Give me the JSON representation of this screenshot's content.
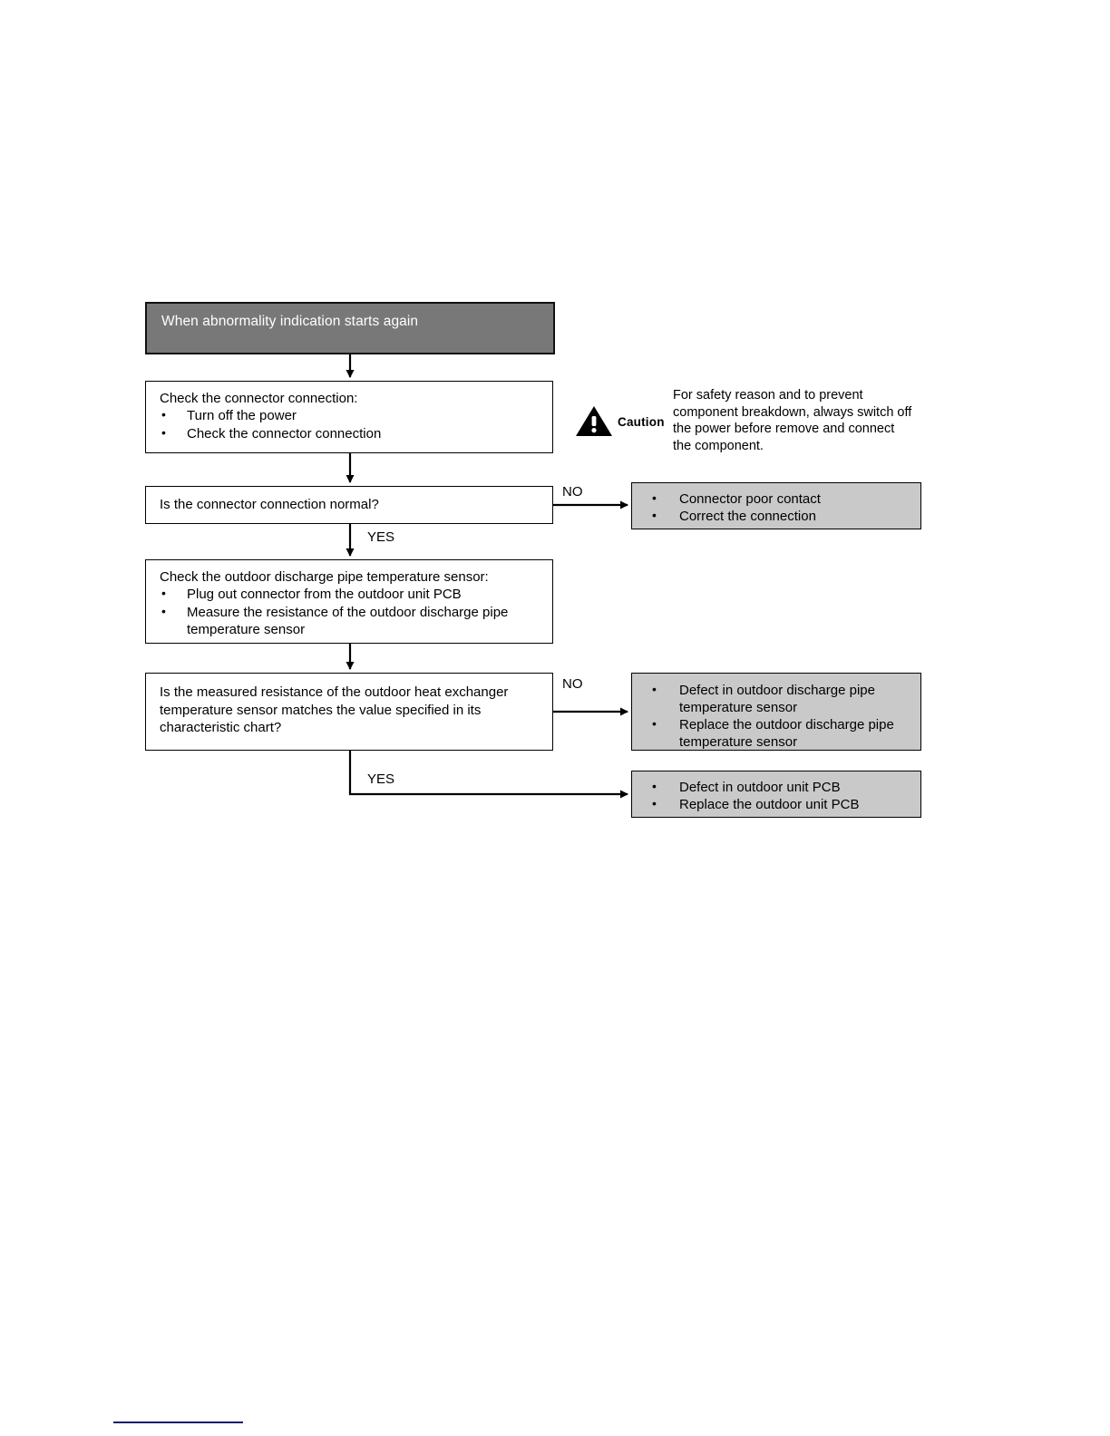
{
  "document": {
    "type": "troubleshooting-flowchart",
    "footer_rule_color": "#1a1a6e"
  },
  "flowchart": {
    "header": {
      "label": "When abnormality indication starts again",
      "background": "#787878",
      "text_color": "#ffffff"
    },
    "steps": [
      {
        "id": "check-connector",
        "title": "Check the connector connection:",
        "bullets": [
          "Turn off the power",
          "Check the connector connection"
        ]
      },
      {
        "id": "connector-question",
        "title": "Is the connector connection normal?"
      },
      {
        "id": "check-sensor",
        "title": "Check the outdoor discharge pipe temperature sensor:",
        "bullets": [
          "Plug out connector from the outdoor unit PCB",
          "Measure the resistance of the outdoor discharge pipe temperature sensor"
        ]
      },
      {
        "id": "resistance-question",
        "title": "Is the measured resistance of the outdoor heat exchanger temperature sensor matches the value specified in its characteristic chart?"
      }
    ],
    "results": [
      {
        "id": "connector-fault",
        "background": "#c9c9c9",
        "bullets": [
          "Connector poor contact",
          "Correct the connection"
        ]
      },
      {
        "id": "sensor-fault",
        "background": "#c9c9c9",
        "bullets": [
          "Defect in outdoor discharge pipe temperature sensor",
          "Replace the outdoor discharge pipe temperature sensor"
        ]
      },
      {
        "id": "pcb-fault",
        "background": "#c9c9c9",
        "bullets": [
          "Defect in outdoor unit PCB",
          "Replace the outdoor unit PCB"
        ]
      }
    ],
    "edge_labels": {
      "no_1": "NO",
      "yes_1": "YES",
      "no_2": "NO",
      "yes_2": "YES"
    }
  },
  "caution": {
    "icon": "warning-triangle-icon",
    "label": "Caution",
    "text": "For safety reason and to prevent component breakdown, always switch off the power before remove and connect the component."
  }
}
